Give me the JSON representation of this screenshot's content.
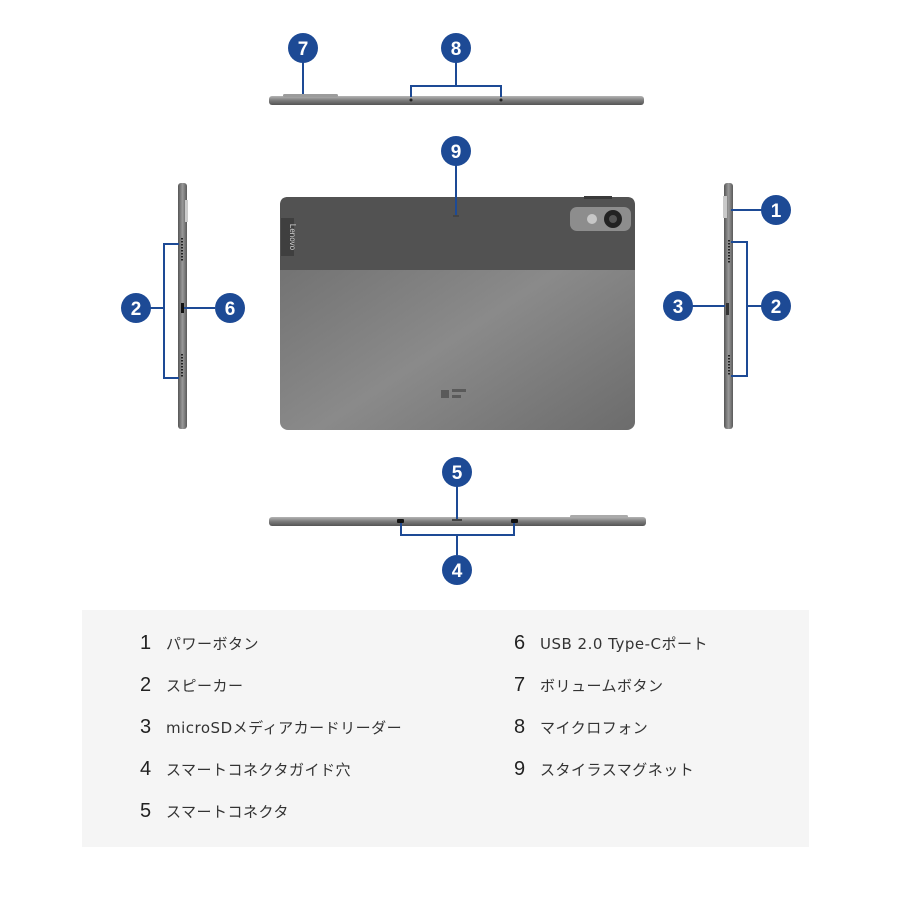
{
  "device": {
    "brand_logo": "Lenovo"
  },
  "colors": {
    "callout": "#1d4a95",
    "device_body": "#5e5e5e",
    "device_top_band": "#4f4f4f",
    "legend_bg": "#f5f5f5"
  },
  "callouts": [
    "1",
    "2",
    "3",
    "4",
    "5",
    "6",
    "7",
    "8",
    "9"
  ],
  "legend": {
    "left": [
      {
        "num": "1",
        "label": "パワーボタン"
      },
      {
        "num": "2",
        "label": "スピーカー"
      },
      {
        "num": "3",
        "label": "microSDメディアカードリーダー"
      },
      {
        "num": "4",
        "label": "スマートコネクタガイド穴"
      },
      {
        "num": "5",
        "label": "スマートコネクタ"
      }
    ],
    "right": [
      {
        "num": "6",
        "label": "USB 2.0 Type-Cポート"
      },
      {
        "num": "7",
        "label": "ボリュームボタン"
      },
      {
        "num": "8",
        "label": "マイクロフォン"
      },
      {
        "num": "9",
        "label": "スタイラスマグネット"
      }
    ]
  }
}
